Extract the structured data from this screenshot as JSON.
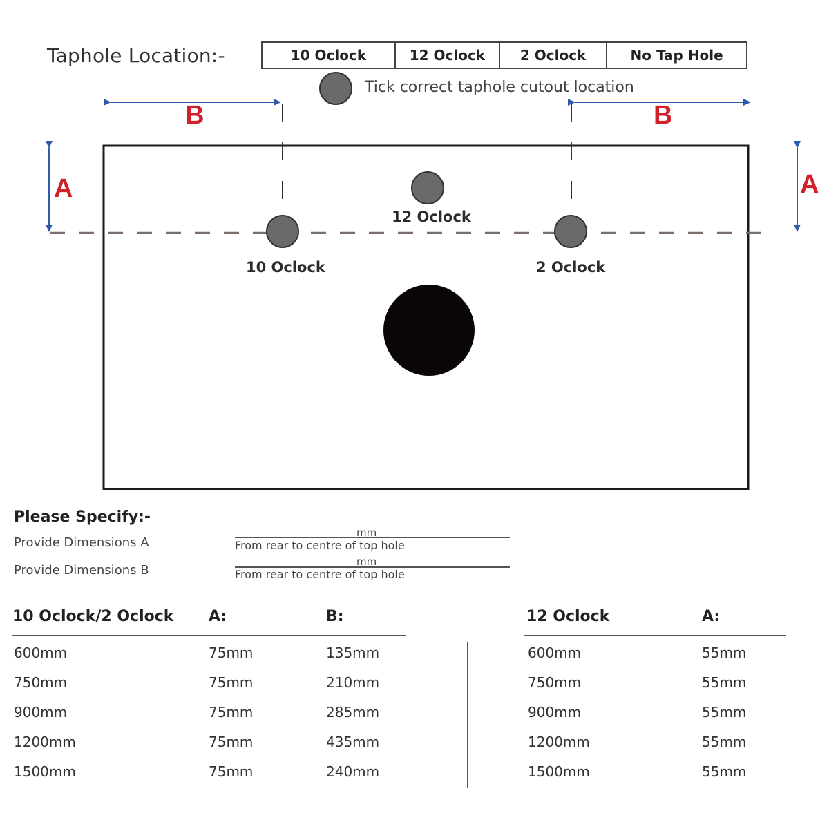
{
  "taphole": {
    "title": "Taphole Location:-",
    "options": [
      "10 Oclock",
      "12 Oclock",
      "2 Oclock",
      "No Tap Hole"
    ],
    "tick_text": "Tick correct taphole cutout location"
  },
  "diagram": {
    "dim_b_left": "B",
    "dim_b_right": "B",
    "dim_a_left": "A",
    "dim_a_right": "A",
    "hole_10": "10 Oclock",
    "hole_12": "12 Oclock",
    "hole_2": "2 Oclock",
    "colors": {
      "accent_red": "#d0202a",
      "arrow_blue": "#2e5aa8",
      "hole_grey": "#6a6a6a",
      "drain": "#0a0606"
    }
  },
  "specify": {
    "title": "Please Specify:-",
    "fields": [
      {
        "label": "Provide Dimensions A",
        "unit": "mm",
        "hint": "From rear to centre of top hole",
        "value": ""
      },
      {
        "label": "Provide Dimensions B",
        "unit": "mm",
        "hint": "From rear to centre of top hole",
        "value": ""
      }
    ]
  },
  "table_left": {
    "headers": [
      "10 Oclock/2 Oclock",
      "A:",
      "B:"
    ],
    "rows": [
      [
        "600mm",
        "75mm",
        "135mm"
      ],
      [
        "750mm",
        "75mm",
        "210mm"
      ],
      [
        "900mm",
        "75mm",
        "285mm"
      ],
      [
        "1200mm",
        "75mm",
        "435mm"
      ],
      [
        "1500mm",
        "75mm",
        "240mm"
      ]
    ]
  },
  "table_right": {
    "headers": [
      "12 Oclock",
      "A:"
    ],
    "rows": [
      [
        "600mm",
        "55mm"
      ],
      [
        "750mm",
        "55mm"
      ],
      [
        "900mm",
        "55mm"
      ],
      [
        "1200mm",
        "55mm"
      ],
      [
        "1500mm",
        "55mm"
      ]
    ]
  }
}
